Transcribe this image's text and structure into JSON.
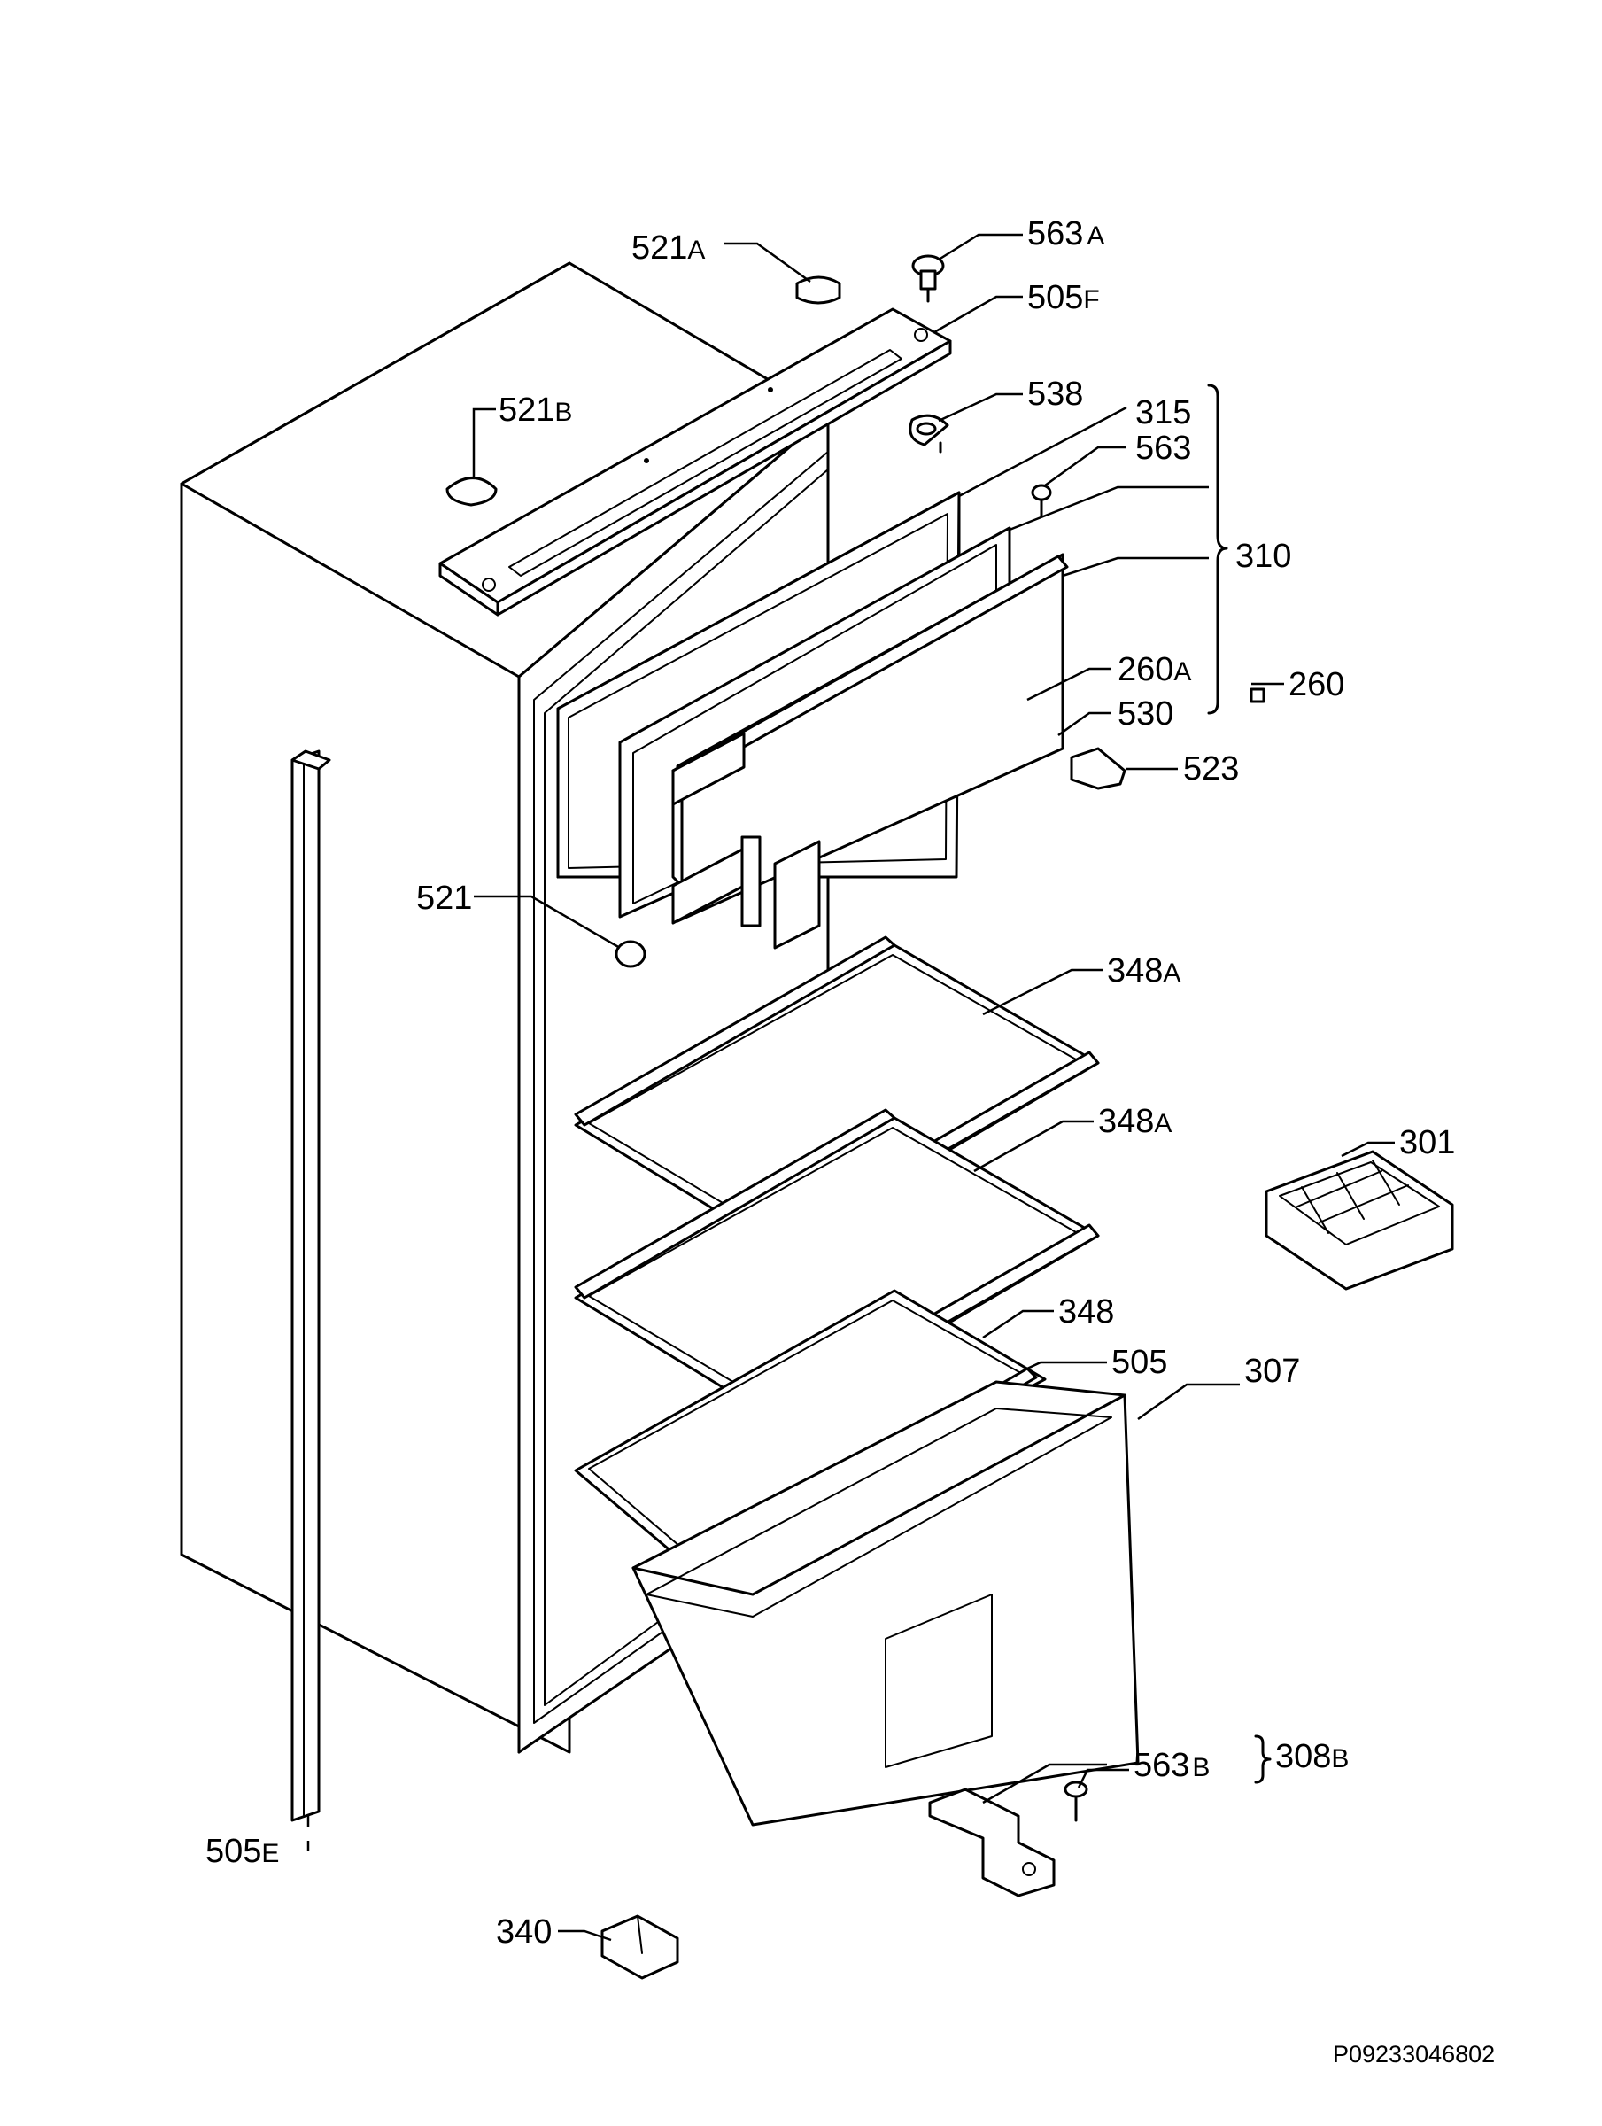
{
  "labels": {
    "p521a": {
      "num": "521",
      "suffix": "A"
    },
    "p563a": {
      "num": "563",
      "suffix": "A"
    },
    "p505f": {
      "num": "505",
      "suffix": "F"
    },
    "p521b": {
      "num": "521",
      "suffix": "B"
    },
    "p538": {
      "num": "538"
    },
    "p315": {
      "num": "315"
    },
    "p563": {
      "num": "563"
    },
    "p310": {
      "num": "310"
    },
    "p260a": {
      "num": "260",
      "suffix": "A"
    },
    "p260": {
      "num": "260"
    },
    "p530": {
      "num": "530"
    },
    "p523": {
      "num": "523"
    },
    "p521": {
      "num": "521"
    },
    "p348a_1": {
      "num": "348",
      "suffix": "A"
    },
    "p348a_2": {
      "num": "348",
      "suffix": "A"
    },
    "p301": {
      "num": "301"
    },
    "p348": {
      "num": "348"
    },
    "p505": {
      "num": "505"
    },
    "p307": {
      "num": "307"
    },
    "p563b": {
      "num": "563",
      "suffix": "B"
    },
    "p308b": {
      "num": "308",
      "suffix": "B"
    },
    "p505e": {
      "num": "505",
      "suffix": "E"
    },
    "p340": {
      "num": "340"
    }
  },
  "drawing_code": "P09233046802"
}
